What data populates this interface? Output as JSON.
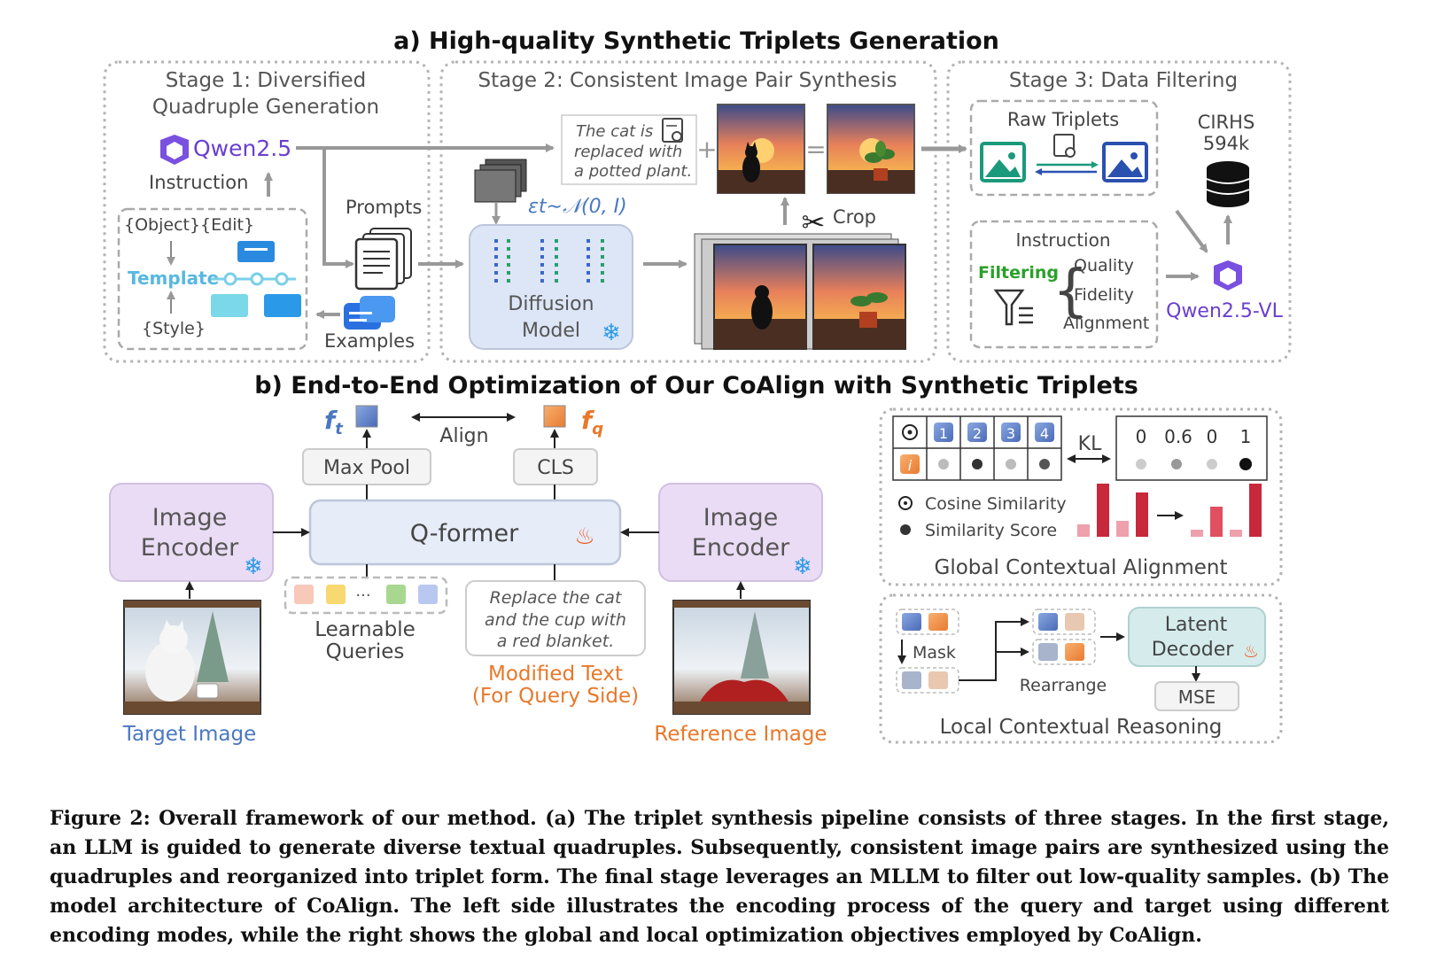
{
  "part_a": {
    "title": "a) High-quality Synthetic Triplets Generation",
    "stage1": {
      "title_line1": "Stage 1: Diversified",
      "title_line2": "Quadruple Generation",
      "llm": "Qwen2.5",
      "instruction": "Instruction",
      "object_edit": "{Object}{Edit}",
      "template": "Template",
      "style": "{Style}",
      "prompts": "Prompts",
      "examples": "Examples"
    },
    "stage2": {
      "title": "Stage 2: Consistent Image Pair Synthesis",
      "text_line1": "The cat is",
      "text_line2": "replaced with",
      "text_line3": "a potted plant.",
      "plus": "+",
      "equals": "=",
      "noise_formula": "εt∼𝒩(0, I)",
      "diffusion_line1": "Diffusion",
      "diffusion_line2": "Model",
      "crop": "Crop"
    },
    "stage3": {
      "title": "Stage 3: Data Filtering",
      "raw_triplets": "Raw Triplets",
      "dataset_line1": "CIRHS",
      "dataset_line2": "594k",
      "instruction": "Instruction",
      "filtering": "Filtering",
      "criteria": [
        "Quality",
        "Fidelity",
        "Alignment"
      ],
      "mllm": "Qwen2.5-VL"
    }
  },
  "part_b": {
    "title": "b) End-to-End Optimization of Our CoAlign with Synthetic Triplets",
    "ft": "f",
    "ft_sub": "t",
    "fq": "f",
    "fq_sub": "q",
    "align": "Align",
    "max_pool": "Max Pool",
    "cls": "CLS",
    "qformer": "Q-former",
    "encoder_line1": "Image",
    "encoder_line2": "Encoder",
    "learnable_line1": "Learnable",
    "learnable_line2": "Queries",
    "ellipsis": "···",
    "modified_text_line1": "Replace the cat",
    "modified_text_line2": "and the cup with",
    "modified_text_line3": "a red blanket.",
    "modified_label_line1": "Modified Text",
    "modified_label_line2": "(For Query Side)",
    "target_image": "Target Image",
    "reference_image": "Reference Image",
    "global": {
      "indices": [
        "1",
        "2",
        "3",
        "4"
      ],
      "query_icon": "i",
      "kl": "KL",
      "scores": [
        "0",
        "0.6",
        "0",
        "1"
      ],
      "legend_cosine": "Cosine Similarity",
      "legend_score": "Similarity Score",
      "title": "Global Contextual Alignment"
    },
    "local": {
      "mask": "Mask",
      "rearrange": "Rearrange",
      "decoder_line1": "Latent",
      "decoder_line2": "Decoder",
      "mse": "MSE",
      "title": "Local Contextual Reasoning"
    }
  },
  "caption": "Figure 2: Overall framework of our method. (a) The triplet synthesis pipeline consists of three stages. In the first stage, an LLM is guided to generate diverse textual quadruples. Subsequently, consistent image pairs are synthesized using the quadruples and reorganized into triplet form. The final stage leverages an MLLM to filter out low-quality samples. (b) The model architecture of CoAlign. The left side illustrates the encoding process of the query and target using different encoding modes, while the right shows the global and local optimization objectives employed by CoAlign.",
  "colors": {
    "blue_label": "#4a78c0",
    "orange_label": "#e8782a",
    "purple_qwen": "#6a3fd0",
    "green_filter": "#2aa02a",
    "encoder_fill": "#eadcf5",
    "qformer_fill": "#e6ecf8",
    "bar_red": "#c8283c",
    "bar_pink": "#eea0ac"
  }
}
